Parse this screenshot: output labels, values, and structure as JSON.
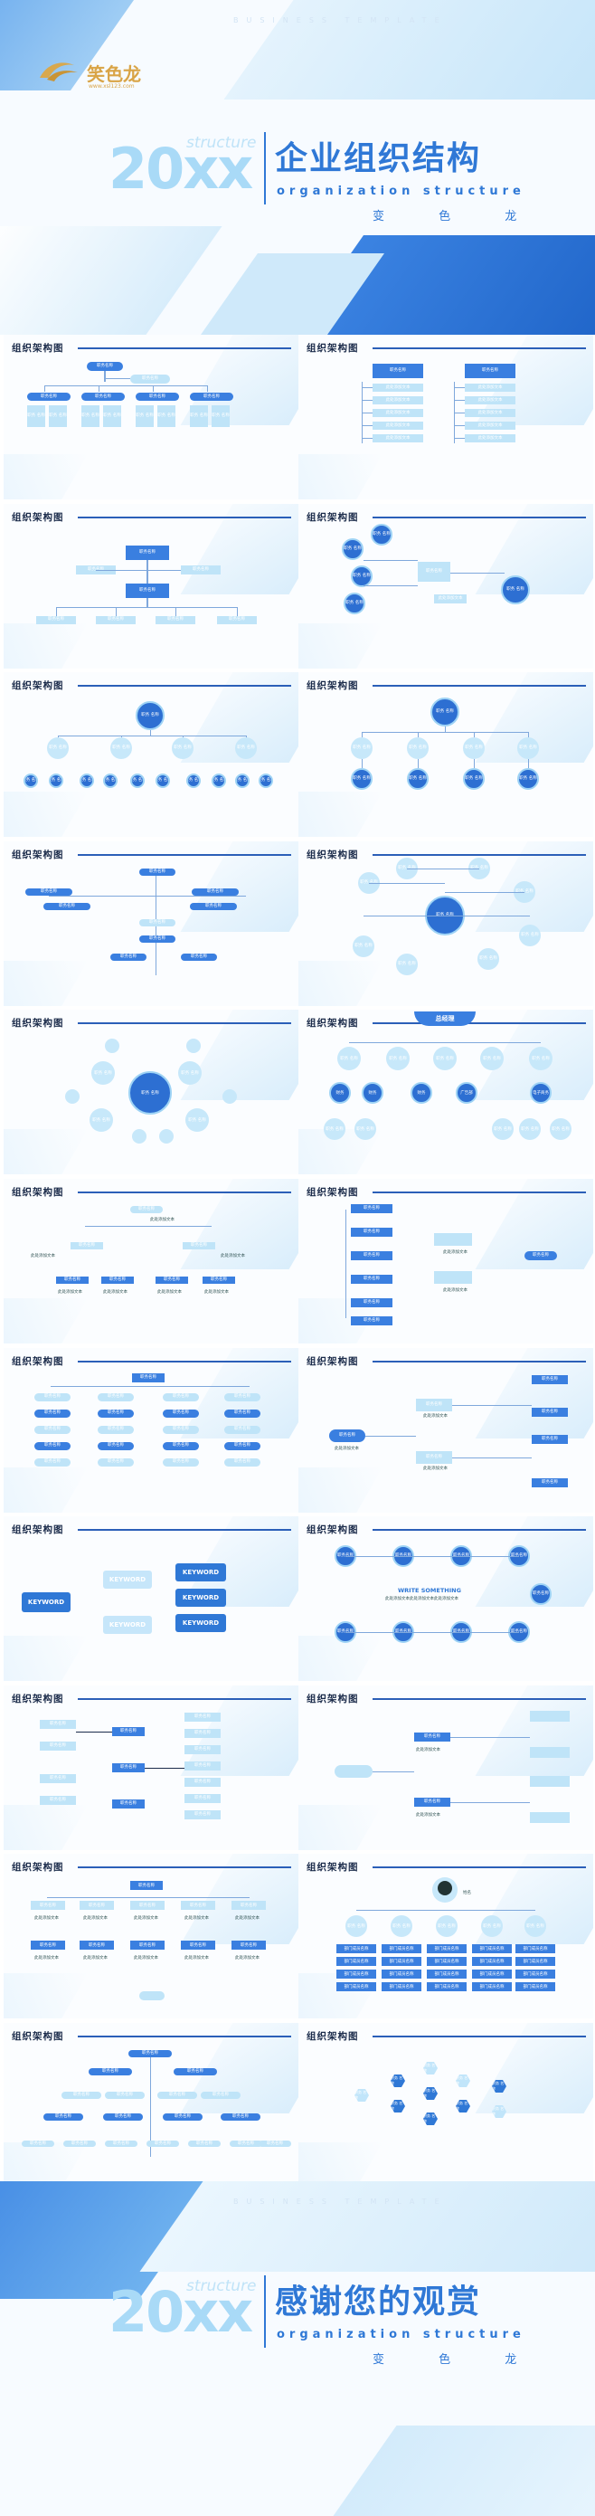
{
  "cover": {
    "header_text": "BUSINESS TEMPLATE",
    "logo_name": "笑色龙",
    "logo_url": "www.xsl123.com",
    "big_number": "20xx",
    "structure_word": "structure",
    "title_cn": "企业组织结构",
    "subtitle_en": "organization structure",
    "author": "变 色 龙"
  },
  "end_cover": {
    "header_text": "BUSINESS TEMPLATE",
    "big_number": "20xx",
    "structure_word": "structure",
    "title_cn": "感谢您的观赏",
    "subtitle_en": "organization structure",
    "author": "变 色 龙"
  },
  "slide_header": "组织架构图",
  "labels": {
    "position_name": "职务名称",
    "position_short": "职务\n名称",
    "position_title": "职务名称",
    "position_person": "职务姓名",
    "general_manager": "总经理",
    "keyword": "KEYWORD",
    "write_something": "WRITE SOMETHING",
    "dept_member": "部门成员名称",
    "name_here": "此处添加文本",
    "name_person": "姓名"
  },
  "gm_children": [
    "财务",
    "财务",
    "财务",
    "广告部",
    "电子商务"
  ],
  "colors": {
    "primary": "#2f78d6",
    "dark_node": "#2d6fd2",
    "light_node": "#bfe4f8",
    "header_line": "#2b5fb8"
  }
}
